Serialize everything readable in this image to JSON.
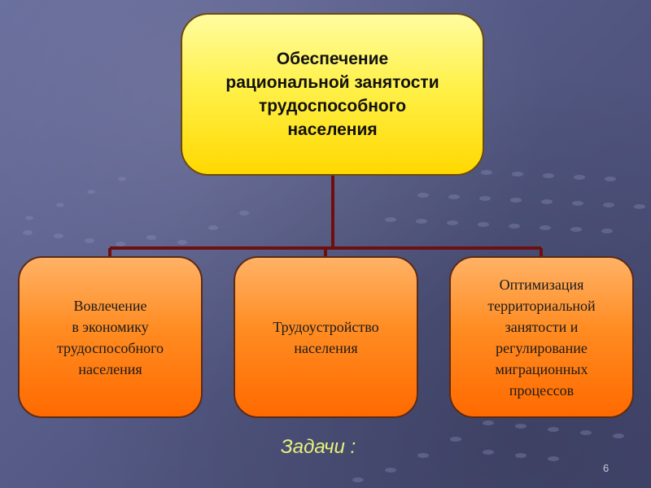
{
  "diagram": {
    "root": {
      "text": "Обеспечение\nрациональной занятости\nтрудоспособного\nнаселения"
    },
    "tasks": [
      {
        "text": "Вовлечение\nв экономику\nтрудоспособного\nнаселения"
      },
      {
        "text": "Трудоустройство\nнаселения"
      },
      {
        "text": "Оптимизация\nтерриториальной\nзанятости и\nрегулирование\nмиграционных\nпроцессов"
      }
    ],
    "caption": "Задачи :",
    "page_number": "6"
  },
  "colors": {
    "background": "#5a5f8e",
    "root_fill": "#fff14a",
    "task_fill": "#ff8c22",
    "connector": "#6e0f0f",
    "caption": "#e8f27a"
  }
}
